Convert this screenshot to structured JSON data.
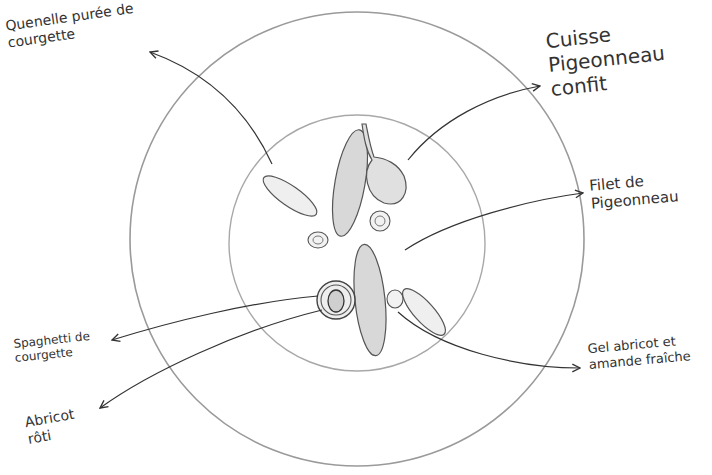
{
  "diagram": {
    "labels": [
      "Quenelle purée de courgette",
      "Cuisse Pigeonneau confit",
      "Filet de Pigeonneau",
      "Spaghetti de courgette",
      "Abricot rôti",
      "Gel abricot et amande fraîche"
    ]
  }
}
